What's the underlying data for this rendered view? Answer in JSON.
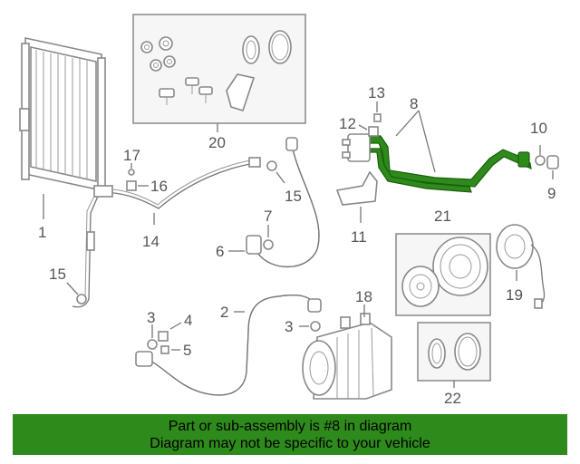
{
  "diagram": {
    "callouts": {
      "c1": "1",
      "c2": "2",
      "c3a": "3",
      "c3b": "3",
      "c4": "4",
      "c5": "5",
      "c6": "6",
      "c7": "7",
      "c8": "8",
      "c9": "9",
      "c10": "10",
      "c11": "11",
      "c12": "12",
      "c13": "13",
      "c14": "14",
      "c15a": "15",
      "c15b": "15",
      "c16": "16",
      "c17": "17",
      "c18": "18",
      "c19": "19",
      "c20": "20",
      "c21": "21",
      "c22": "22"
    },
    "highlight_color": "#2f8a1c"
  },
  "banner": {
    "line1": "Part or sub-assembly is #8 in diagram",
    "line2": "Diagram may not be specific to your vehicle",
    "background": "#2f8a1c"
  }
}
